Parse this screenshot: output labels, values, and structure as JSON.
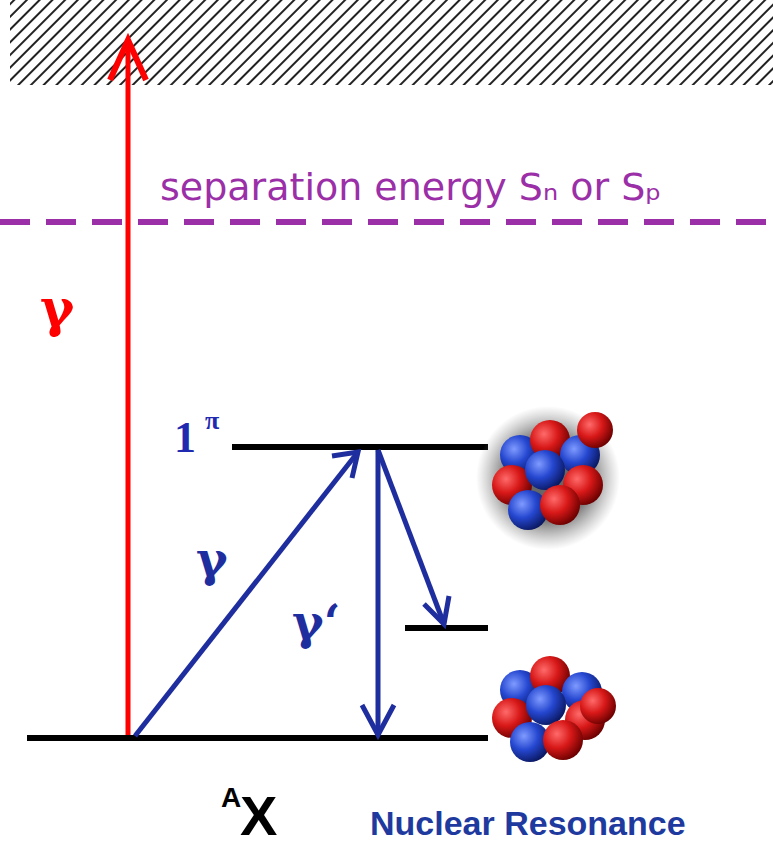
{
  "diagram": {
    "labels": [
      "separation energy Sₙ or Sₚ",
      "γ",
      "1",
      "π",
      "γ",
      "γ‘",
      "A",
      "X",
      "Nuclear Resonance"
    ]
  }
}
